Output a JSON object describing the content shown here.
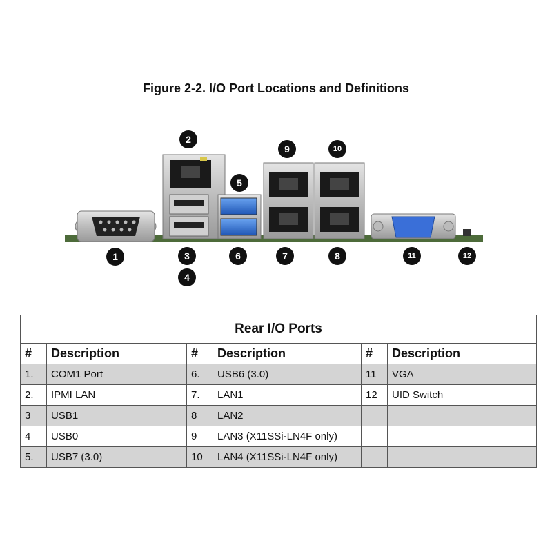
{
  "figure": {
    "title": "Figure 2-2. I/O Port Locations and Definitions"
  },
  "callouts": [
    "1",
    "2",
    "3",
    "4",
    "5",
    "6",
    "7",
    "8",
    "9",
    "10",
    "11",
    "12"
  ],
  "table": {
    "caption": "Rear I/O Ports",
    "headers": [
      "#",
      "Description",
      "#",
      "Description",
      "#",
      "Description"
    ],
    "rows": [
      [
        "1.",
        "COM1 Port",
        "6.",
        "USB6 (3.0)",
        "11",
        "VGA"
      ],
      [
        "2.",
        "IPMI LAN",
        "7.",
        "LAN1",
        "12",
        "UID Switch"
      ],
      [
        "3",
        "USB1",
        "8",
        "LAN2",
        "",
        ""
      ],
      [
        "4",
        "USB0",
        "9",
        "LAN3 (X11SSi-LN4F only)",
        "",
        ""
      ],
      [
        "5.",
        "USB7 (3.0)",
        "10",
        "LAN4 (X11SSi-LN4F only)",
        "",
        ""
      ]
    ]
  },
  "colors": {
    "pcb": "#4d6b3a",
    "usb3": "#2c6fd1",
    "metal": "#c9c9c9",
    "vga": "#3a6fd8"
  }
}
